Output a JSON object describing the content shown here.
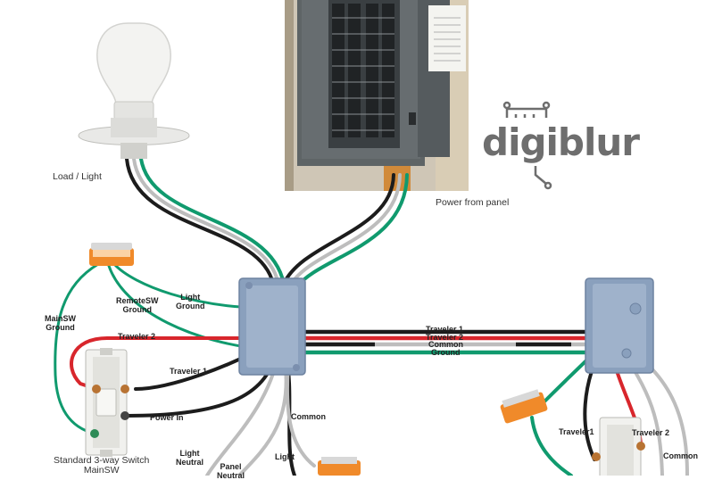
{
  "logo": {
    "text": "digiblur"
  },
  "labels": {
    "load_light": "Load / Light",
    "power_from_panel": "Power from panel",
    "mainsw_ground": "MainSW\nGround",
    "remotesw_ground": "RemoteSW\nGround",
    "light_ground": "Light\nGround",
    "traveler_2_left": "Traveler 2",
    "traveler_1_left": "Traveler 1",
    "power_in": "Power In",
    "light_neutral": "Light\nNeutral",
    "panel_neutral": "Panel\nNeutral",
    "light": "Light",
    "common_mid": "Common",
    "run_traveler_1": "Traveler 1",
    "run_traveler_2": "Traveler 2",
    "run_common": "Common",
    "run_ground": "Ground",
    "switch_caption": "Standard 3-way Switch\nMainSW",
    "right_traveler1": "Traveler1",
    "right_traveler_2": "Traveler 2",
    "right_common": "Common"
  },
  "colors": {
    "wire_black": "#1c1c1c",
    "wire_white": "#bdbdbd",
    "wire_red": "#d8262c",
    "wire_green": "#109a6e",
    "panel_gray": "#5d6365",
    "box_blue": "#8aa0bd",
    "connector_orange": "#f08a2a",
    "logo_gray": "#6e6e6e"
  }
}
